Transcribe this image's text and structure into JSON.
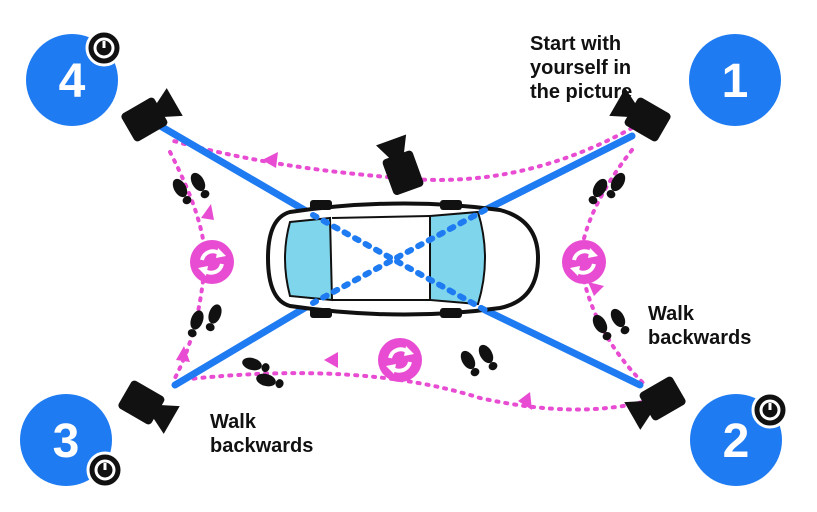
{
  "colors": {
    "blue": "#1f7bf2",
    "pink": "#e84cd2",
    "black": "#111111",
    "car_glass": "#7fd6ec"
  },
  "stations": [
    {
      "number": "4"
    },
    {
      "number": "1"
    },
    {
      "number": "3"
    },
    {
      "number": "2"
    }
  ],
  "labels": {
    "start": [
      "Start with",
      "yourself in",
      "the picture"
    ],
    "walk_right": [
      "Walk",
      "backwards"
    ],
    "walk_left": [
      "Walk",
      "backwards"
    ]
  },
  "icons": [
    "timer-icon",
    "camera-icon",
    "footprints-icon",
    "rotate-icon",
    "car-icon"
  ]
}
